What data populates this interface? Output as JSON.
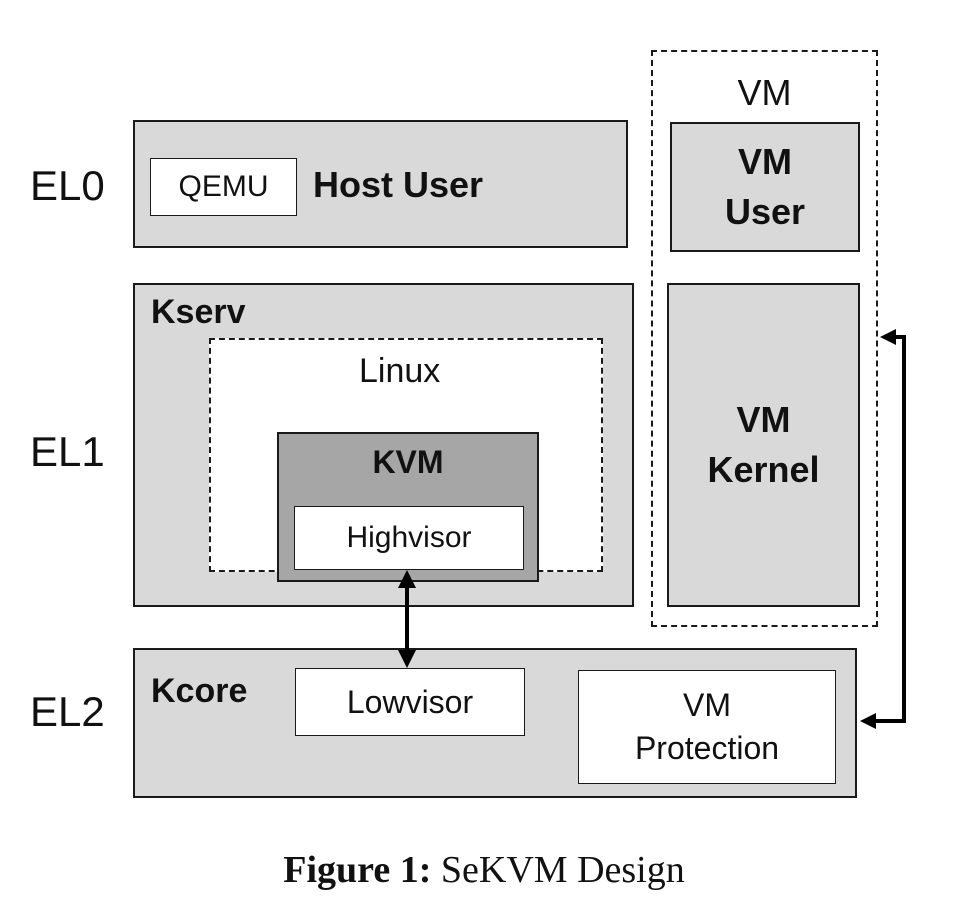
{
  "levels": {
    "el0": "EL0",
    "el1": "EL1",
    "el2": "EL2"
  },
  "host_user": {
    "qemu": "QEMU",
    "title": "Host User"
  },
  "kserv": {
    "title": "Kserv",
    "linux": "Linux",
    "kvm": "KVM",
    "highvisor": "Highvisor"
  },
  "kcore": {
    "title": "Kcore",
    "lowvisor": "Lowvisor",
    "vm_protection_line1": "VM",
    "vm_protection_line2": "Protection"
  },
  "vm": {
    "title": "VM",
    "user_line1": "VM",
    "user_line2": "User",
    "kernel_line1": "VM",
    "kernel_line2": "Kernel"
  },
  "caption": {
    "label": "Figure 1:",
    "text": " SeKVM Design"
  }
}
